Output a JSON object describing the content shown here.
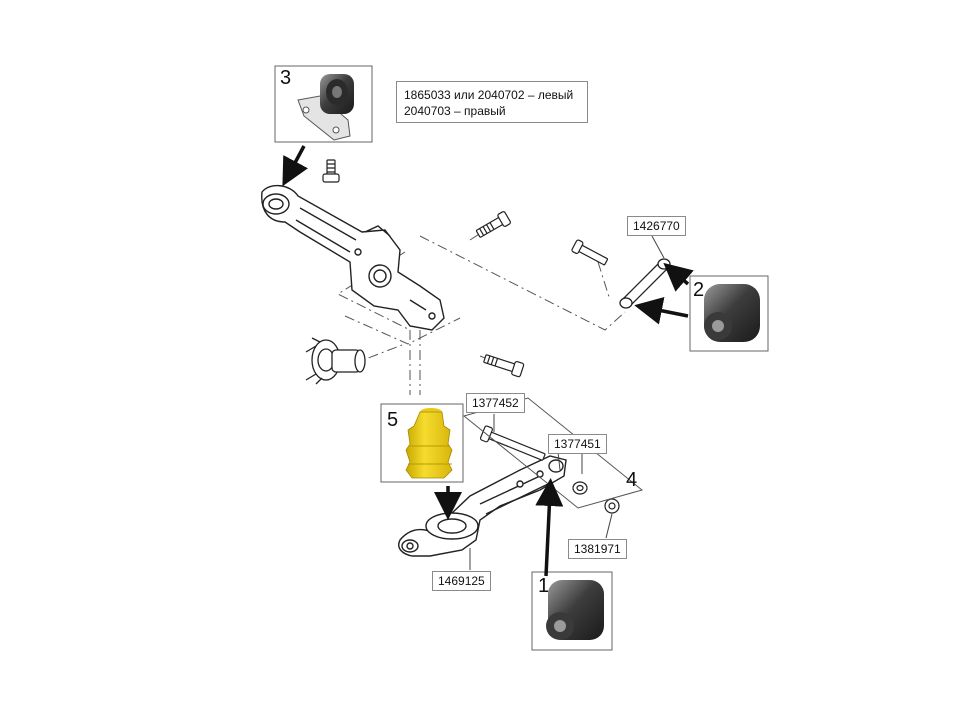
{
  "callouts": {
    "c1": {
      "number": "1"
    },
    "c2": {
      "number": "2"
    },
    "c3": {
      "number": "3",
      "note_line1": "1865033 или 2040702 – левый",
      "note_line2": "2040703 – правый"
    },
    "c4": {
      "number": "4"
    },
    "c5": {
      "number": "5"
    }
  },
  "part_numbers": {
    "upper_link": "1426770",
    "bolt_top": "1377452",
    "bolt_arm": "1377451",
    "nut": "1381971",
    "lower_arm": "1469125"
  },
  "colors": {
    "bump_stop": "#f2d21a",
    "bushing": "#3a3a3a",
    "line": "#222222"
  },
  "icons": {
    "arrow": "bold-arrow-icon",
    "bushing": "rubber-bushing-icon"
  }
}
